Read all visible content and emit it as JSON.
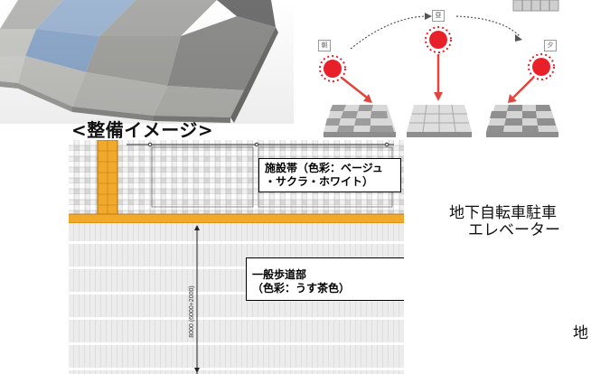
{
  "heading": "<整備イメージ>",
  "sun_diagram": {
    "times": [
      {
        "label": "朝"
      },
      {
        "label": "昼"
      },
      {
        "label": "夕"
      }
    ],
    "sun_color": "#e8202a",
    "arrow_color": "#e0463e"
  },
  "plan": {
    "dimension_label": "8000 (6000+2000)",
    "facility_band": {
      "line1": "施設帯（色彩：ベージュ",
      "line2": "・サクラ・ホワイト）"
    },
    "general_walkway": {
      "line1": "一般歩道部",
      "line2": "（色彩：うす茶色）"
    },
    "stripe_color": "#f1a92c"
  },
  "side_text": {
    "line1": "地下自転車駐車",
    "line2": "エレベーター",
    "line3": "地"
  }
}
